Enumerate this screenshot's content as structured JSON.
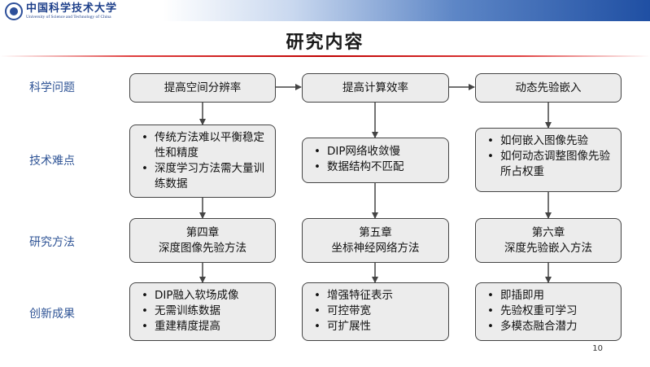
{
  "header": {
    "logo_cn": "中国科学技术大学",
    "logo_en": "University of Science and Technology of China"
  },
  "title": "研究内容",
  "row_labels": [
    "科学问题",
    "技术难点",
    "研究方法",
    "创新成果"
  ],
  "columns": [
    {
      "problem": "提高空间分辨率",
      "difficulties": [
        "传统方法难以平衡稳定性和精度",
        "深度学习方法需大量训练数据"
      ],
      "method": [
        "第四章",
        "深度图像先验方法"
      ],
      "innovations": [
        "DIP融入软场成像",
        "无需训练数据",
        "重建精度提高"
      ]
    },
    {
      "problem": "提高计算效率",
      "difficulties": [
        "DIP网络收敛慢",
        "数据结构不匹配"
      ],
      "method": [
        "第五章",
        "坐标神经网络方法"
      ],
      "innovations": [
        "增强特征表示",
        "可控带宽",
        "可扩展性"
      ]
    },
    {
      "problem": "动态先验嵌入",
      "difficulties": [
        "如何嵌入图像先验",
        "如何动态调整图像先验所占权重"
      ],
      "method": [
        "第六章",
        "深度先验嵌入方法"
      ],
      "innovations": [
        "即插即用",
        "先验权重可学习",
        "多模态融合潜力"
      ]
    }
  ],
  "page_number": "10",
  "colors": {
    "row_label": "#2f5496",
    "box_fill": "#ececec",
    "title_rule": "#c00000"
  }
}
